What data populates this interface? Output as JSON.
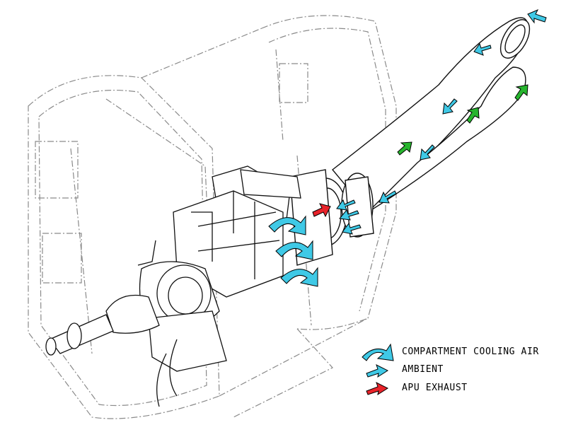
{
  "legend": {
    "items": [
      {
        "label": "COMPARTMENT COOLING AIR",
        "icon": "curved-arrow-icon",
        "color": "#3fc9e6"
      },
      {
        "label": "AMBIENT",
        "icon": "arrow-icon",
        "color": "#3fc9e6"
      },
      {
        "label": "APU EXHAUST",
        "icon": "arrow-icon",
        "color": "#e8232a"
      }
    ]
  },
  "colors": {
    "line": "#111111",
    "dashed": "#8a8a8a",
    "cooling": "#3fc9e6",
    "ambient": "#3fc9e6",
    "exhaust": "#e8232a",
    "inflow": "#27b52e"
  }
}
